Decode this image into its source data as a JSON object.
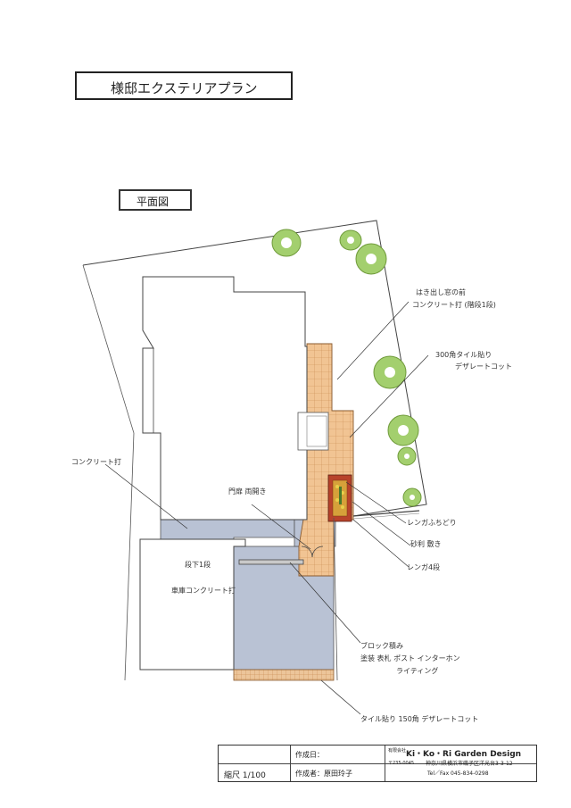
{
  "title": "様邸エクステリアプラン",
  "section_label": "平面図",
  "annotations": {
    "concrete_window": "はき出し窓の前",
    "concrete_window2": "コンクリート打 (階段1段)",
    "tile_300_a": "300角タイル貼り",
    "tile_300_b": "デザレートコット",
    "concrete_left": "コンクリート打",
    "gate": "門扉 両開き",
    "brick_edge": "レンガふちどり",
    "stone": "砂利 敷き",
    "brick_4": "レンガ4段",
    "step": "段下1段",
    "garage": "車庫コンクリート打",
    "block_a": "ブロック積み",
    "block_b": "塗装  表札 ポスト インターホン",
    "block_c": "ライティング",
    "tile_150": "タイル貼り 150角 デザレートコット"
  },
  "title_block": {
    "date_label": "作成日：",
    "scale": "縮尺  1/100",
    "author": "作成者：原田玲子",
    "company_kind": "有限会社",
    "company_name": "Ki・Ko・Ri  Garden  Design",
    "postal": "〒235-0045",
    "address": "神奈川県横浜市磯子区洋光台3-3-12",
    "tel": "Tel／Fax  045-834-0298"
  },
  "colors": {
    "concrete": "#b9c2d4",
    "tile": "#f1c493",
    "tile_small": "#ecc59a",
    "tree": "#a3cf6e",
    "brick": "#b8432b",
    "flower": "#e0a020"
  }
}
